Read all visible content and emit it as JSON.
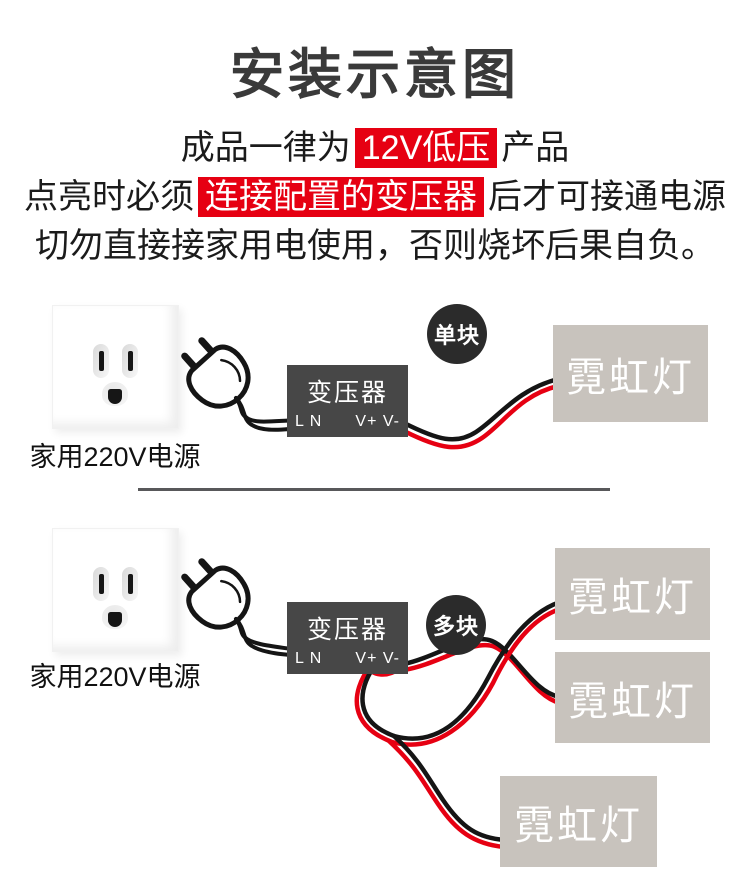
{
  "title": "安装示意图",
  "notice": {
    "line1": {
      "pre": "成品一律为",
      "highlight": "12V低压",
      "post": "产品"
    },
    "line2": {
      "pre": "点亮时必须",
      "highlight": "连接配置的变压器",
      "post": "后才可接通电源"
    },
    "line3": "切勿直接接家用电使用，否则烧坏后果自负。"
  },
  "colors": {
    "highlight_bg": "#e60012",
    "highlight_text": "#ffffff",
    "transformer_bg": "#474747",
    "neon_bg": "#c8c3bd",
    "badge_bg": "#2b2b2b",
    "wire_red": "#e60012",
    "wire_black": "#151515"
  },
  "diagram_single": {
    "badge": "单块",
    "outlet_label": "家用220V电源",
    "transformer": {
      "title": "变压器",
      "input_terminals": "L N",
      "output_terminals": "V+ V-"
    },
    "neon_labels": [
      "霓虹灯"
    ]
  },
  "diagram_multi": {
    "badge": "多块",
    "outlet_label": "家用220V电源",
    "transformer": {
      "title": "变压器",
      "input_terminals": "L N",
      "output_terminals": "V+ V-"
    },
    "neon_labels": [
      "霓虹灯",
      "霓虹灯",
      "霓虹灯"
    ]
  }
}
